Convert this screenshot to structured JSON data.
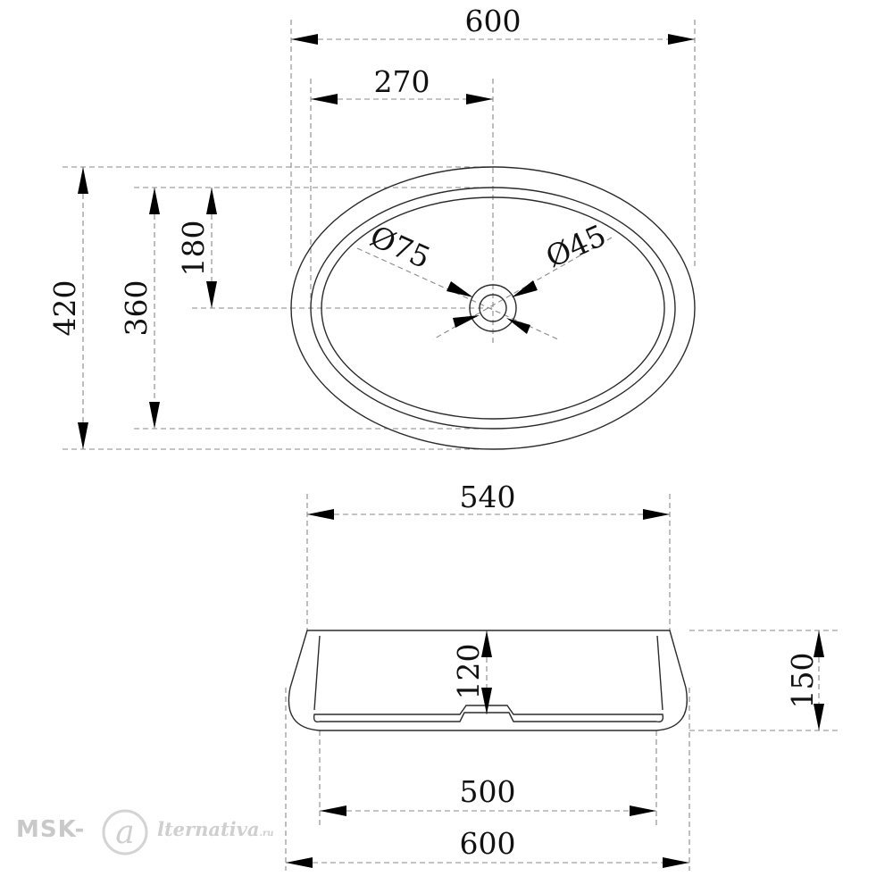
{
  "top_view": {
    "overall_width": "600",
    "hole_offset": "270",
    "overall_depth": "420",
    "inner_depth": "360",
    "hole_center_from_edge": "180",
    "hole_outer_diameter": "Ø75",
    "hole_inner_diameter": "Ø45"
  },
  "side_view": {
    "top_inner_width": "540",
    "inner_height": "120",
    "overall_height": "150",
    "base_width": "500",
    "overall_width": "600"
  },
  "watermark": {
    "left": "MSK-",
    "right": "lternativa",
    "suffix": ".ru"
  }
}
